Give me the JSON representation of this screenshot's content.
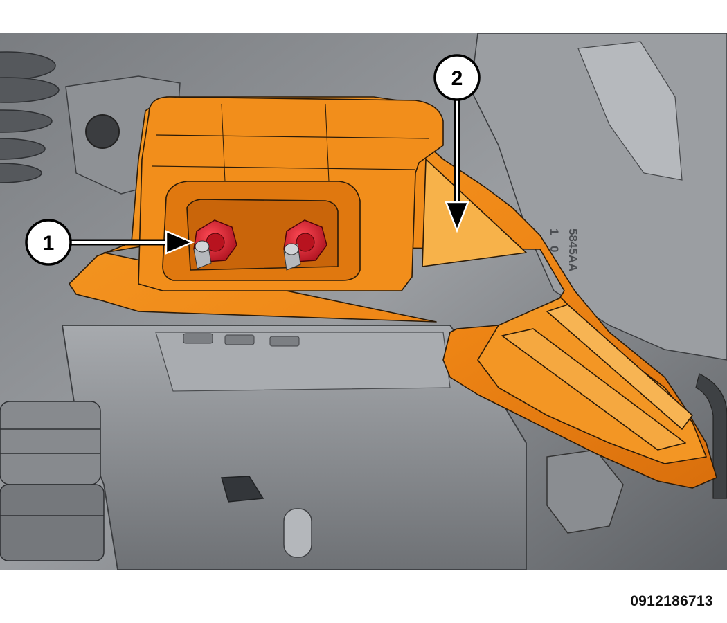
{
  "figure": {
    "code": "0912186713",
    "callouts": [
      {
        "label": "1",
        "target": "nuts"
      },
      {
        "label": "2",
        "target": "shield"
      }
    ],
    "casting_marks": [
      "1",
      "0",
      "5845AA"
    ]
  },
  "colors": {
    "shield_orange": "#f08c1a",
    "shield_light": "#f6b34f",
    "nut_red": "#d7182a",
    "engine_gray": "#8c8f93",
    "background_gray": "#6f7276"
  }
}
